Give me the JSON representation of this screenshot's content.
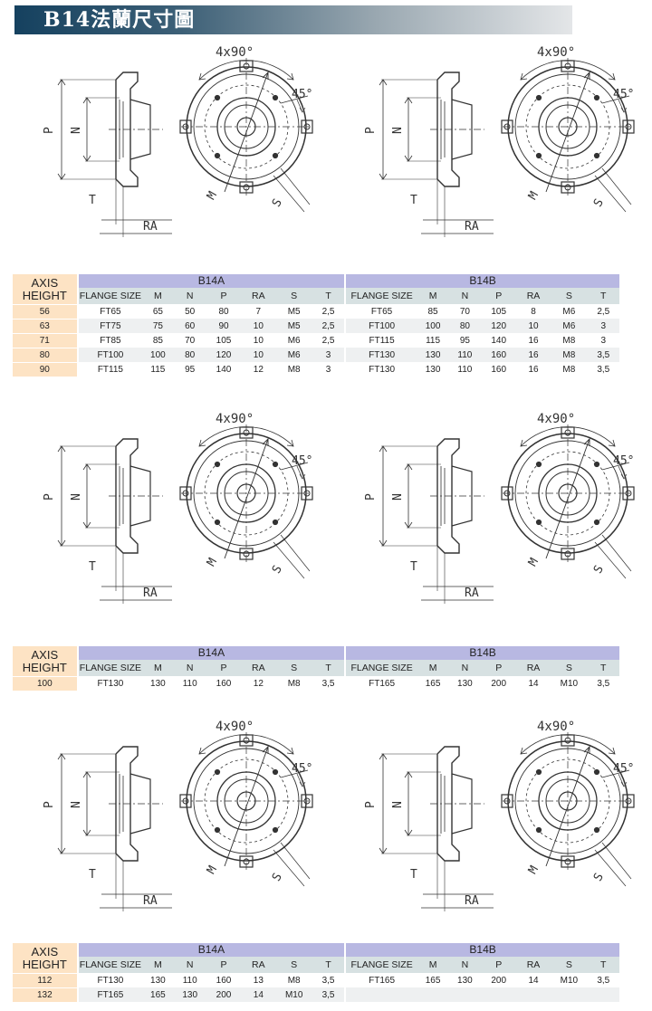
{
  "title": "B14法蘭尺寸圖",
  "drawing_labels": {
    "P": "P",
    "N": "N",
    "T": "T",
    "RA": "RA",
    "M": "M",
    "S": "S",
    "holes": "4x90°",
    "angle": "45°"
  },
  "table_headers": {
    "axis_line1": "AXIS",
    "axis_line2": "HEIGHT",
    "group_a": "B14A",
    "group_b": "B14B",
    "columns": [
      "FLANGE SIZE",
      "M",
      "N",
      "P",
      "RA",
      "S",
      "T"
    ]
  },
  "tables": [
    {
      "rows": [
        {
          "axis": "56",
          "a": [
            "FT65",
            "65",
            "50",
            "80",
            "7",
            "M5",
            "2,5"
          ],
          "b": [
            "FT65",
            "85",
            "70",
            "105",
            "8",
            "M6",
            "2,5"
          ]
        },
        {
          "axis": "63",
          "a": [
            "FT75",
            "75",
            "60",
            "90",
            "10",
            "M5",
            "2,5"
          ],
          "b": [
            "FT100",
            "100",
            "80",
            "120",
            "10",
            "M6",
            "3"
          ]
        },
        {
          "axis": "71",
          "a": [
            "FT85",
            "85",
            "70",
            "105",
            "10",
            "M6",
            "2,5"
          ],
          "b": [
            "FT115",
            "115",
            "95",
            "140",
            "16",
            "M8",
            "3"
          ]
        },
        {
          "axis": "80",
          "a": [
            "FT100",
            "100",
            "80",
            "120",
            "10",
            "M6",
            "3"
          ],
          "b": [
            "FT130",
            "130",
            "110",
            "160",
            "16",
            "M8",
            "3,5"
          ]
        },
        {
          "axis": "90",
          "a": [
            "FT115",
            "115",
            "95",
            "140",
            "12",
            "M8",
            "3"
          ],
          "b": [
            "FT130",
            "130",
            "110",
            "160",
            "16",
            "M8",
            "3,5"
          ]
        }
      ]
    },
    {
      "rows": [
        {
          "axis": "100",
          "a": [
            "FT130",
            "130",
            "110",
            "160",
            "12",
            "M8",
            "3,5"
          ],
          "b": [
            "FT165",
            "165",
            "130",
            "200",
            "14",
            "M10",
            "3,5"
          ]
        }
      ]
    },
    {
      "rows": [
        {
          "axis": "112",
          "a": [
            "FT130",
            "130",
            "110",
            "160",
            "13",
            "M8",
            "3,5"
          ],
          "b": [
            "FT165",
            "165",
            "130",
            "200",
            "14",
            "M10",
            "3,5"
          ]
        },
        {
          "axis": "132",
          "a": [
            "FT165",
            "165",
            "130",
            "200",
            "14",
            "M10",
            "3,5"
          ],
          "b": null
        }
      ]
    }
  ]
}
